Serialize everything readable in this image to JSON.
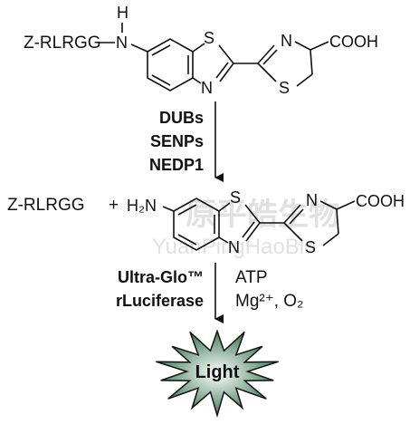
{
  "substrate": {
    "prefix": "Z-RLRGG",
    "nh_h": "H",
    "nh_n": "N",
    "atoms": {
      "s_ring1": "S",
      "n_ring1": "N",
      "n_ring2": "N",
      "s_ring2": "S",
      "acid": "COOH"
    }
  },
  "enzymes_step1": [
    "DUBs",
    "SENPs",
    "NEDP1"
  ],
  "products": {
    "peptide": "Z-RLRGG",
    "plus": "+",
    "amine": "H₂N",
    "atoms": {
      "s_ring1": "S",
      "n_ring1": "N",
      "n_ring2": "N",
      "s_ring2": "S",
      "acid": "COOH"
    }
  },
  "enzymes_step2": [
    "Ultra-Glo™",
    "rLuciferase"
  ],
  "cofactors": [
    "ATP",
    "Mg²⁺, O₂"
  ],
  "burst_label": "Light",
  "watermark": {
    "cn": "原平皓生物",
    "en": "YuanPingHaoBio"
  },
  "colors": {
    "burst_center": "#ffffff",
    "burst_edge": "#2f7048",
    "ink": "#111111"
  }
}
